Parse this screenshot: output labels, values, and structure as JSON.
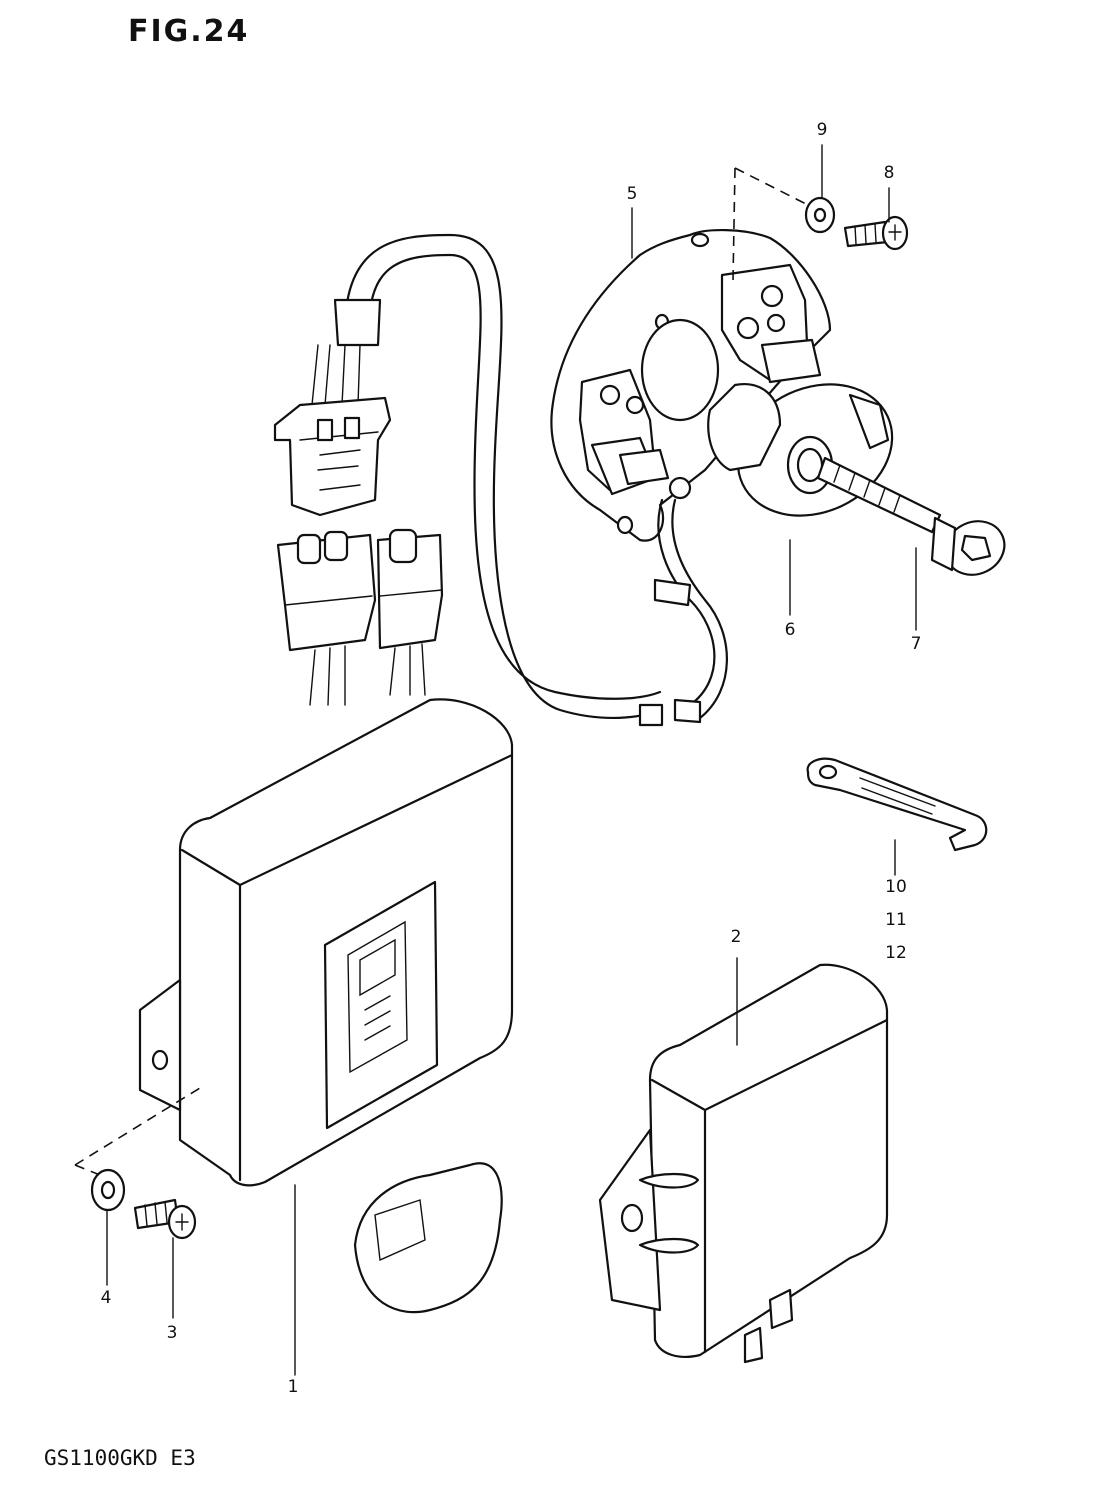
{
  "figure": {
    "title": "FIG.24",
    "model_code": "GS1100GKD E3"
  },
  "callouts": [
    {
      "id": "c1",
      "label": "1"
    },
    {
      "id": "c2",
      "label": "2"
    },
    {
      "id": "c3",
      "label": "3"
    },
    {
      "id": "c4",
      "label": "4"
    },
    {
      "id": "c5",
      "label": "5"
    },
    {
      "id": "c6",
      "label": "6"
    },
    {
      "id": "c7",
      "label": "7"
    },
    {
      "id": "c8",
      "label": "8"
    },
    {
      "id": "c9",
      "label": "9"
    },
    {
      "id": "c10",
      "label": "10"
    },
    {
      "id": "c11",
      "label": "11"
    },
    {
      "id": "c12",
      "label": "12"
    }
  ]
}
